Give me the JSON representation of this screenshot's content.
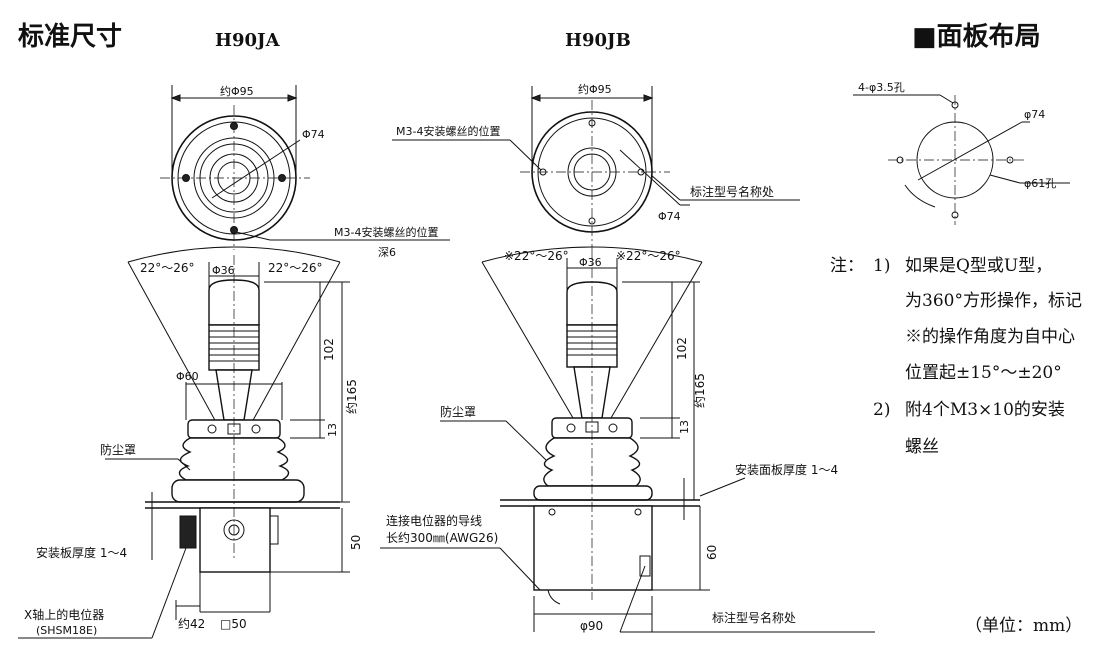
{
  "header": {
    "title": "标准尺寸",
    "model_a": "H90JA",
    "model_b": "H90JB",
    "panel_title": "■面板布局"
  },
  "h90ja": {
    "dia_95": "约Φ95",
    "dia_74": "Φ74",
    "screw_pos": "M3-4安装螺丝的位置",
    "depth": "深6",
    "angle_left": "22°～26°",
    "angle_right": "22°～26°",
    "dia_36": "Φ36",
    "dia_60": "Φ60",
    "dim_102": "102",
    "dim_165": "约165",
    "dim_13": "13",
    "dim_50": "50",
    "dust_cover": "防尘罩",
    "plate_thickness": "安装板厚度 1～4",
    "pot_label_1": "X轴上的电位器",
    "pot_label_2": "(SHSM18E)",
    "dim_42": "约42",
    "dim_sq50": "□50"
  },
  "h90jb": {
    "dia_95": "约Φ95",
    "screw_pos": "M3-4安装螺丝的位置",
    "model_label_top": "标注型号名称处",
    "dia_74": "Φ74",
    "angle_left": "※22°～26°",
    "angle_right": "※22°～26°",
    "dia_36": "Φ36",
    "dim_102": "102",
    "dim_165": "约165",
    "dim_13": "13",
    "dust_cover": "防尘罩",
    "panel_thickness": "安装面板厚度 1～4",
    "wire_1": "连接电位器的导线",
    "wire_2": "长约300㎜(AWG26)",
    "dim_60": "60",
    "dia_90": "φ90",
    "model_label_bottom": "标注型号名称处"
  },
  "panel": {
    "holes": "4-φ3.5孔",
    "dia_74": "φ74",
    "dia_61": "φ61孔"
  },
  "notes": {
    "prefix": "注：",
    "n1_mark": "1)",
    "n1_line1": "如果是Q型或U型，",
    "n1_line2": "为360°方形操作，标记",
    "n1_line3": "※的操作角度为自中心",
    "n1_line4": "位置起±15°～±20°",
    "n2_mark": "2)",
    "n2_line1": "附4个M3×10的安装",
    "n2_line2": "螺丝"
  },
  "unit": "（单位：mm）"
}
